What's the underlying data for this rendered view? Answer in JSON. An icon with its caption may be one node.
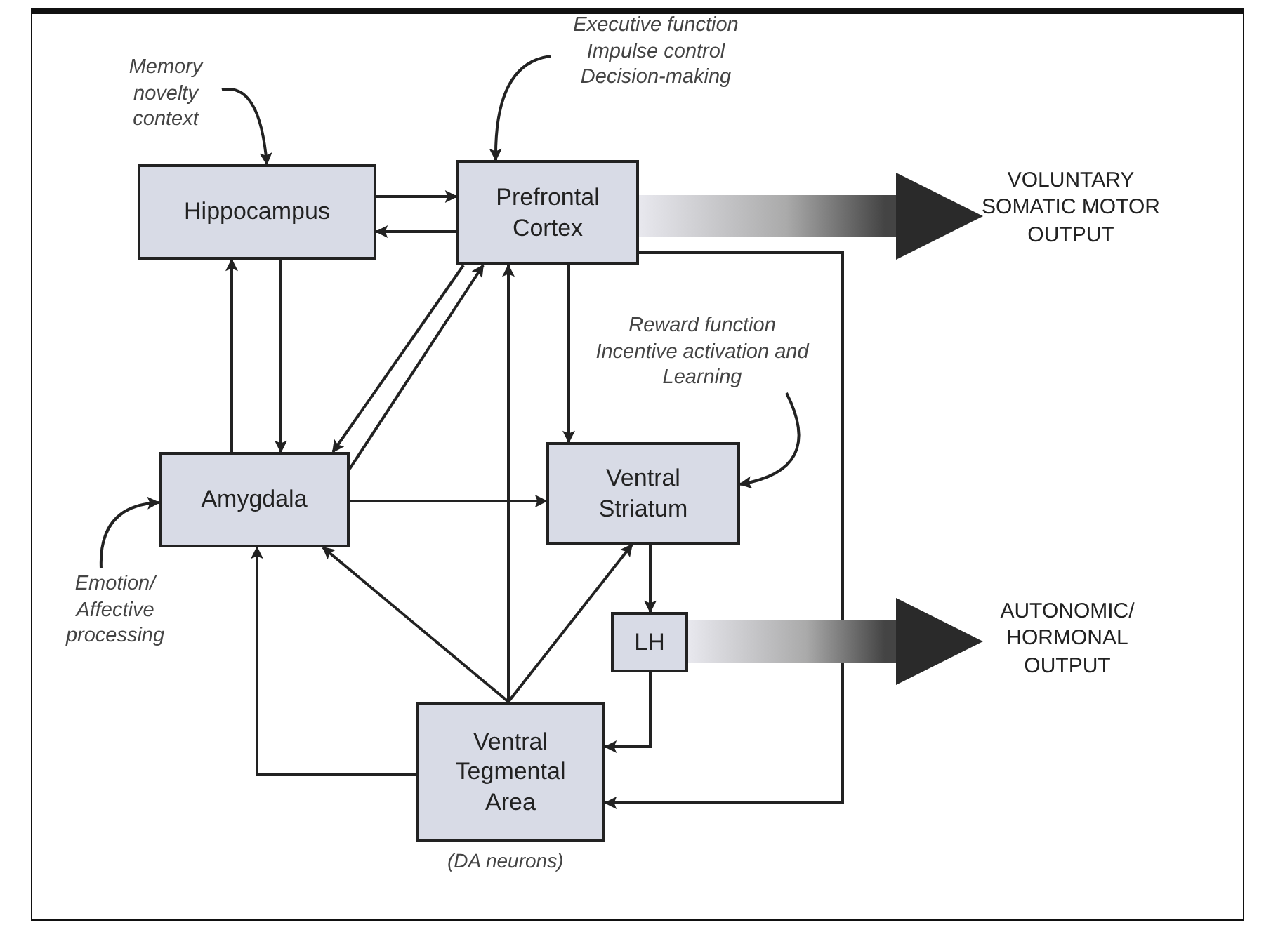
{
  "diagram": {
    "nodes": [
      {
        "text": [
          "Hippocampus"
        ]
      },
      {
        "text": [
          "Prefrontal Cortex"
        ]
      },
      {
        "text": [
          "Amygdala"
        ]
      },
      {
        "text": [
          "Ventral Striatum"
        ]
      },
      {
        "text": [
          "LH"
        ]
      },
      {
        "text": [
          "Ventral Tegmental Area"
        ],
        "beside": [
          "(DA neurons)"
        ]
      },
      {
        "text": [
          "Memory novelty context"
        ]
      },
      {
        "text": [
          "Executive function Impulse control Decision-making"
        ]
      },
      {
        "text": [
          "Reward function Incentive activation and Learning"
        ]
      },
      {
        "text": [
          "Emotion/ Affective processing"
        ]
      },
      {
        "text": [
          "VOLUNTARY SOMATIC MOTOR OUTPUT"
        ]
      },
      {
        "text": [
          "AUTONOMIC/ HORMONAL OUTPUT"
        ]
      }
    ],
    "edges": [
      {
        "from": 0,
        "to": 1,
        "arrow": "to"
      },
      {
        "from": 1,
        "to": 0,
        "arrow": "to"
      },
      {
        "from": 0,
        "to": 2,
        "arrow": "to"
      },
      {
        "from": 2,
        "to": 0,
        "arrow": "to"
      },
      {
        "from": 1,
        "to": 2,
        "arrow": "to"
      },
      {
        "from": 2,
        "to": 1,
        "arrow": "to"
      },
      {
        "from": 5,
        "to": 1,
        "arrow": "to"
      },
      {
        "from": 1,
        "to": 3,
        "arrow": "to"
      },
      {
        "from": 2,
        "to": 3,
        "arrow": "to"
      },
      {
        "from": 5,
        "to": 2,
        "arrow": "to"
      },
      {
        "from": 5,
        "to": 3,
        "arrow": "to"
      },
      {
        "from": 5,
        "to": 2,
        "arrow": "to"
      },
      {
        "from": 3,
        "to": 4,
        "arrow": "to"
      },
      {
        "from": 4,
        "to": 5,
        "arrow": "to"
      },
      {
        "from": 1,
        "to": 5,
        "arrow": "to"
      },
      {
        "from": 6,
        "to": 0,
        "arrow": "to"
      },
      {
        "from": 7,
        "to": 1,
        "arrow": "to"
      },
      {
        "from": 8,
        "to": 3,
        "arrow": "to"
      },
      {
        "from": 9,
        "to": 2,
        "arrow": "to"
      },
      {
        "from": 1,
        "to": 10,
        "arrow": "to",
        "style": "thick"
      },
      {
        "from": 4,
        "to": 11,
        "arrow": "to",
        "style": "thick"
      }
    ]
  }
}
